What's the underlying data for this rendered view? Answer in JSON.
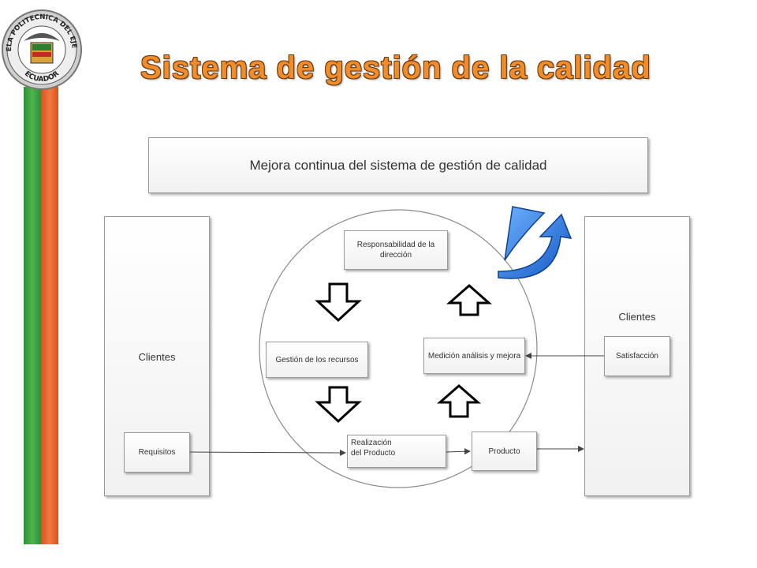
{
  "header": {
    "title": "Sistema de gestión de la calidad",
    "logo": {
      "top_text": "ESCUELA POLITECNICA DEL EJERCITO",
      "bottom_text": "ECUADOR"
    }
  },
  "diagram": {
    "top_box": "Mejora continua del sistema de gestión de calidad",
    "left_panel": {
      "label": "Clientes",
      "inner": "Requisitos"
    },
    "right_panel": {
      "label": "Clientes",
      "inner": "Satisfacción"
    },
    "circle_nodes": {
      "responsibility": "Responsabilidad de la dirección",
      "resources": "Gestión de los recursos",
      "measurement": "Medición análisis y mejora",
      "realization_line1": "Realización",
      "realization_line2": "del Producto",
      "product": "Producto"
    }
  },
  "colors": {
    "title": "#f08c2a",
    "ribbon_green": "#4cb54d",
    "ribbon_orange": "#f07a3f",
    "curved_arrow": "#2a7be0"
  },
  "icons": [
    "down-arrow-icon",
    "up-arrow-icon",
    "curved-blue-arrow-icon",
    "emblem-icon"
  ]
}
